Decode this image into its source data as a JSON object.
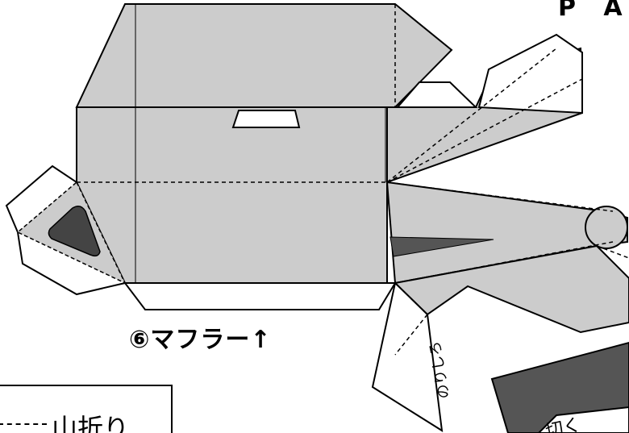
{
  "header": {
    "text": "P A"
  },
  "part": {
    "label": "⑥マフラー↑"
  },
  "glue_tab": {
    "label": "のりしろ"
  },
  "legend": {
    "mountain_fold_label": "山折り"
  },
  "corner_tab": {
    "label": "切く"
  },
  "colors": {
    "fill_light": "#cccccc",
    "fill_dark": "#555555",
    "outline": "#000000",
    "background": "#ffffff"
  }
}
